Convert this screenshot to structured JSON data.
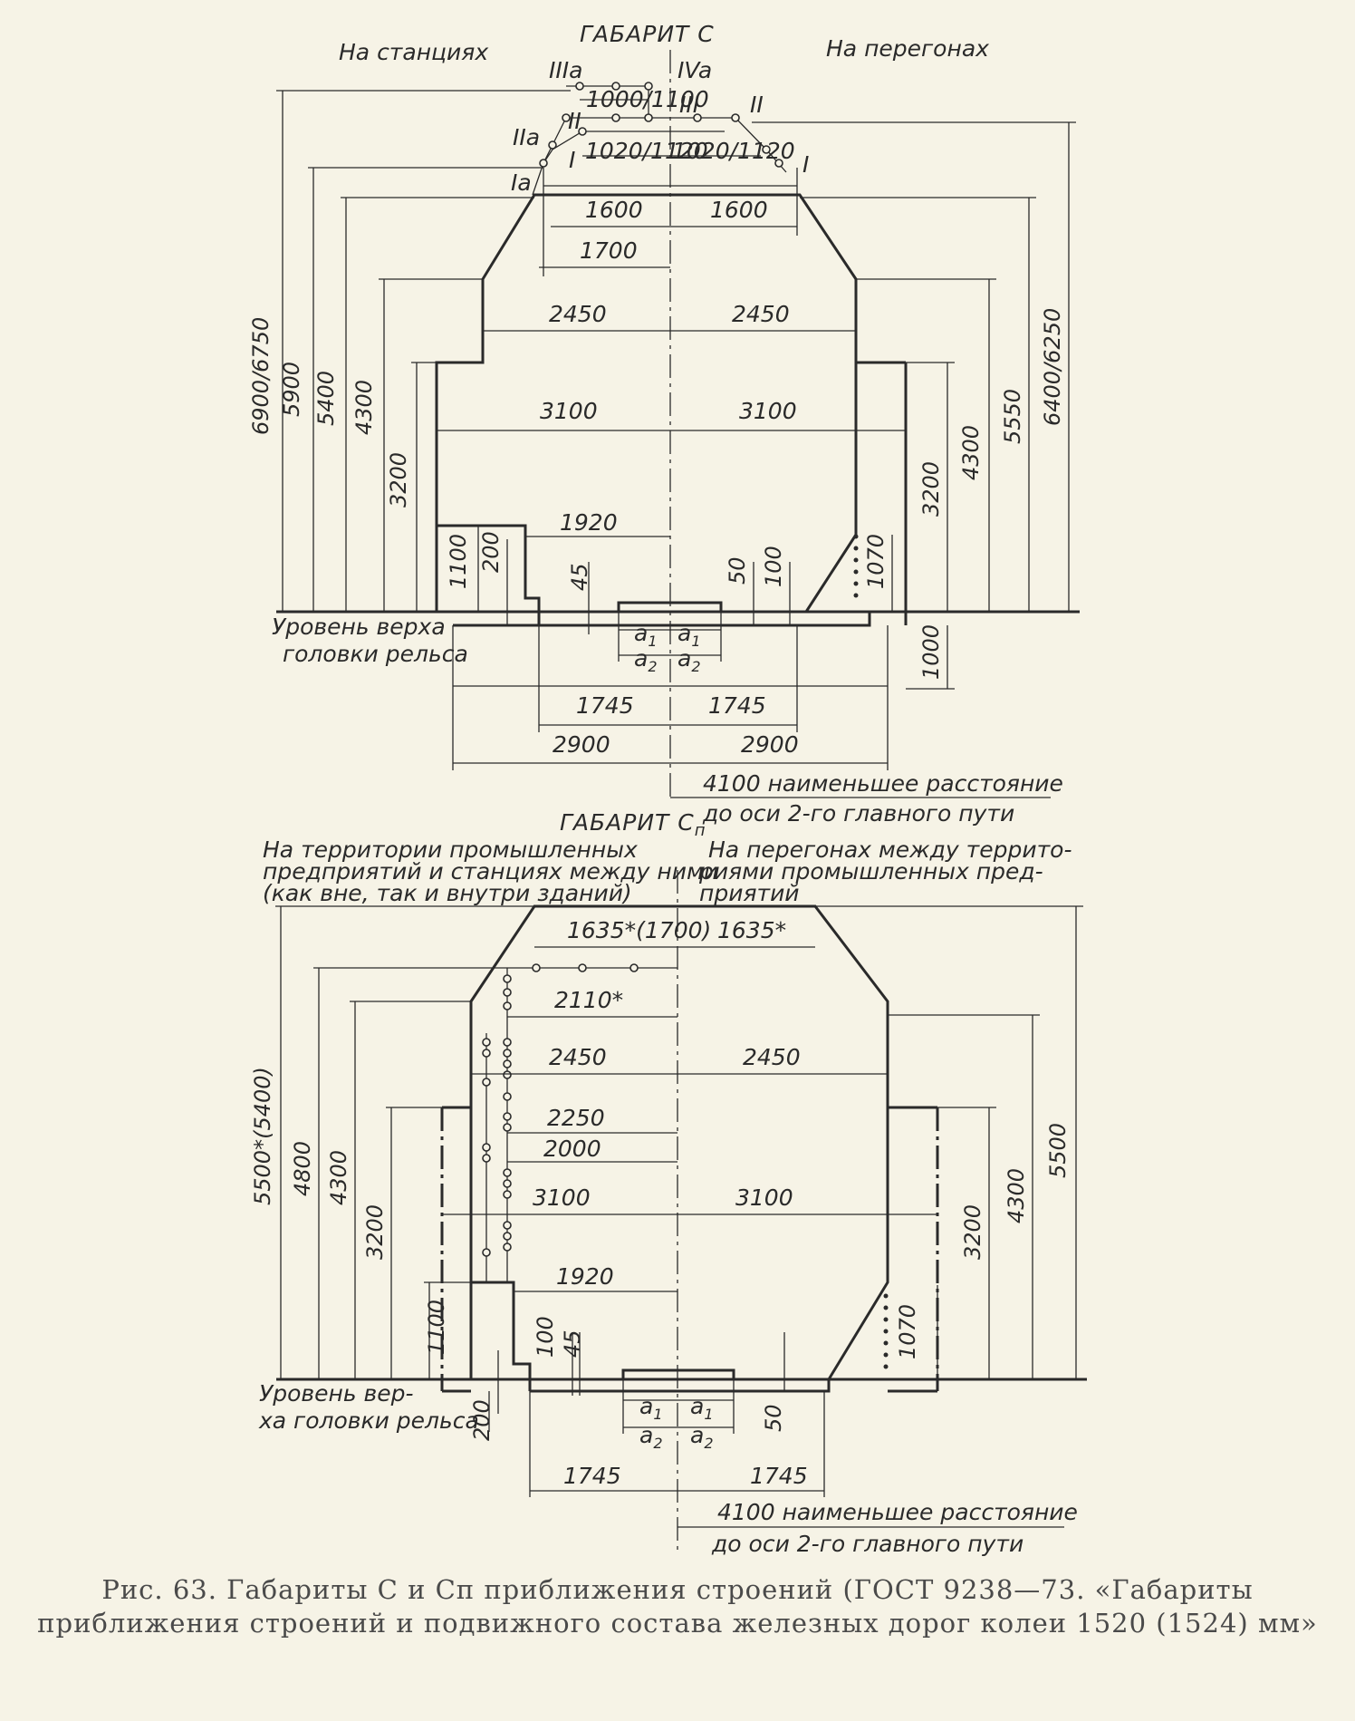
{
  "top": {
    "title": "ГАБАРИТ С",
    "left_heading": "На станциях",
    "right_heading": "На перегонах",
    "roman": {
      "IIIa": "IIIa",
      "IVa": "IVa",
      "III": "III",
      "II_r": "II",
      "IIa": "IIa",
      "II_l": "II",
      "Ia": "Ia",
      "I_l": "I",
      "I_r": "I"
    },
    "h_dims": {
      "d1000": "1000/1100",
      "d1020l": "1020/1120",
      "d1020r": "1020/1120",
      "d1600l": "1600",
      "d1600r": "1600",
      "d1700": "1700",
      "d2450l": "2450",
      "d2450r": "2450",
      "d3100l": "3100",
      "d3100r": "3100",
      "d1920": "1920",
      "d1745l": "1745",
      "d1745r": "1745",
      "d2900l": "2900",
      "d2900r": "2900"
    },
    "v_dims": {
      "v6900": "6900/6750",
      "v5900": "5900",
      "v5400": "5400",
      "v4300l": "4300",
      "v3200l": "3200",
      "v1100": "1100",
      "v200": "200",
      "v45": "45",
      "v50": "50",
      "v100": "100",
      "v1070": "1070",
      "v3200r": "3200",
      "v4300r": "4300",
      "v5550": "5550",
      "v6400": "6400/6250",
      "v1000": "1000"
    },
    "a": {
      "a1l": "a",
      "a1r": "a",
      "a2l": "a",
      "a2r": "a",
      "s1": "1",
      "s2": "2"
    },
    "rail_level_1": "Уровень верха",
    "rail_level_2": "головки рельса",
    "distance_1": "4100 наименьшее расстояние",
    "distance_2": "до оси 2-го главного пути"
  },
  "bottom": {
    "title": "ГАБАРИТ С",
    "title_sub": "п",
    "left_note_1": "На территории промышленных",
    "left_note_2": "предприятий и станциях между ними",
    "left_note_3": "(как вне, так и внутри зданий)",
    "right_note_1": "На перегонах между террито-",
    "right_note_2": "риями промышленных пред-",
    "right_note_3": "приятий",
    "h_dims": {
      "d1635l": "1635*(1700)",
      "d1635r": "1635*",
      "d2110": "2110*",
      "d2450l": "2450",
      "d2450r": "2450",
      "d2250": "2250",
      "d2000": "2000",
      "d3100l": "3100",
      "d3100r": "3100",
      "d1920": "1920",
      "d1745l": "1745",
      "d1745r": "1745"
    },
    "v_dims": {
      "v5500l": "5500*(5400)",
      "v4800": "4800",
      "v4300l": "4300",
      "v3200l": "3200",
      "v1100": "1100",
      "v100": "100",
      "v45": "45",
      "v200": "200",
      "v50": "50",
      "v1070": "1070",
      "v3200r": "3200",
      "v4300r": "4300",
      "v5500r": "5500"
    },
    "a": {
      "a1l": "a",
      "a1r": "a",
      "a2l": "a",
      "a2r": "a",
      "s1": "1",
      "s2": "2"
    },
    "rail_level_1": "Уровень вер-",
    "rail_level_2": "ха головки рельса",
    "distance_1": "4100 наименьшее расстояние",
    "distance_2": "до оси 2-го главного пути"
  },
  "caption": "Рис. 63. Габариты С и Сп приближения строений (ГОСТ 9238—73. «Габариты приближения строений и подвижного состава железных дорог колеи 1520 (1524) мм»"
}
